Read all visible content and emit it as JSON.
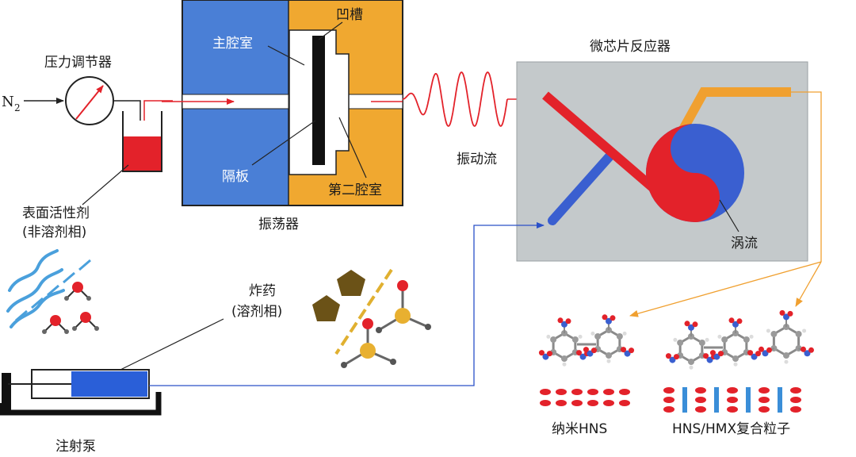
{
  "labels": {
    "n2": "N",
    "n2_sub": "2",
    "pressure_regulator": "压力调节器",
    "surfactant": "表面活性剂",
    "surfactant_phase": "(非溶剂相)",
    "main_chamber": "主腔室",
    "groove": "凹槽",
    "baffle": "隔板",
    "second_chamber": "第二腔室",
    "oscillator": "振荡器",
    "vibration_flow": "振动流",
    "microchip_reactor": "微芯片反应器",
    "vortex": "涡流",
    "explosive": "炸药",
    "explosive_phase": "(溶剂相)",
    "syringe_pump": "注射泵",
    "nano_hns": "纳米HNS",
    "hns_hmx": "HNS/HMX复合粒子"
  },
  "colors": {
    "chamber_blue": "#4a7fd6",
    "chamber_orange": "#f0a830",
    "surfactant_red": "#e3222a",
    "reactor_gray": "#c4c9cb",
    "flow_red": "#e3222a",
    "flow_blue": "#3a5fd0",
    "flow_orange": "#f0a030"
  }
}
